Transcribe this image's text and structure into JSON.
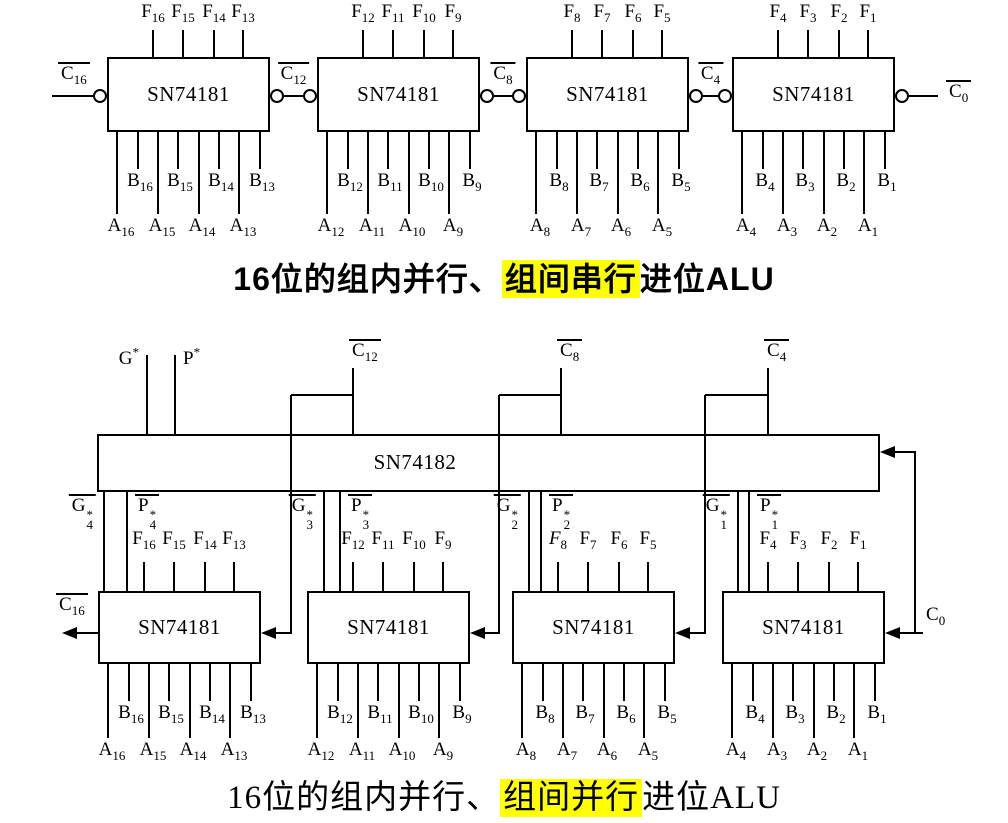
{
  "colors": {
    "ink": "#000000",
    "highlight_yellow": "#ffff00",
    "paper": "#ffffff"
  },
  "captions": {
    "serial": {
      "prefix": "16位的组内并行、",
      "highlight": "组间串行",
      "suffix": "进位ALU"
    },
    "parallel": {
      "prefix": "16位的组内并行、",
      "highlight": "组间并行",
      "suffix": "进位ALU"
    }
  },
  "serial_alu": {
    "carry_out": {
      "base": "C",
      "sub": "16",
      "overline": true
    },
    "inter_carries": [
      {
        "base": "C",
        "sub": "12",
        "overline": true
      },
      {
        "base": "C",
        "sub": "8",
        "overline": true
      },
      {
        "base": "C",
        "sub": "4",
        "overline": true
      }
    ],
    "carry_in": {
      "base": "C",
      "sub": "0",
      "overline": true
    },
    "chips": [
      {
        "name": "SN74181",
        "f": [
          {
            "base": "F",
            "sub": "16"
          },
          {
            "base": "F",
            "sub": "15"
          },
          {
            "base": "F",
            "sub": "14"
          },
          {
            "base": "F",
            "sub": "13"
          }
        ],
        "b": [
          {
            "base": "B",
            "sub": "16"
          },
          {
            "base": "B",
            "sub": "15"
          },
          {
            "base": "B",
            "sub": "14"
          },
          {
            "base": "B",
            "sub": "13"
          }
        ],
        "a": [
          {
            "base": "A",
            "sub": "16"
          },
          {
            "base": "A",
            "sub": "15"
          },
          {
            "base": "A",
            "sub": "14"
          },
          {
            "base": "A",
            "sub": "13"
          }
        ]
      },
      {
        "name": "SN74181",
        "f": [
          {
            "base": "F",
            "sub": "12"
          },
          {
            "base": "F",
            "sub": "11"
          },
          {
            "base": "F",
            "sub": "10"
          },
          {
            "base": "F",
            "sub": "9"
          }
        ],
        "b": [
          {
            "base": "B",
            "sub": "12"
          },
          {
            "base": "B",
            "sub": "11"
          },
          {
            "base": "B",
            "sub": "10"
          },
          {
            "base": "B",
            "sub": "9"
          }
        ],
        "a": [
          {
            "base": "A",
            "sub": "12"
          },
          {
            "base": "A",
            "sub": "11"
          },
          {
            "base": "A",
            "sub": "10"
          },
          {
            "base": "A",
            "sub": "9"
          }
        ]
      },
      {
        "name": "SN74181",
        "f": [
          {
            "base": "F",
            "sub": "8"
          },
          {
            "base": "F",
            "sub": "7"
          },
          {
            "base": "F",
            "sub": "6"
          },
          {
            "base": "F",
            "sub": "5"
          }
        ],
        "b": [
          {
            "base": "B",
            "sub": "8"
          },
          {
            "base": "B",
            "sub": "7"
          },
          {
            "base": "B",
            "sub": "6"
          },
          {
            "base": "B",
            "sub": "5"
          }
        ],
        "a": [
          {
            "base": "A",
            "sub": "8"
          },
          {
            "base": "A",
            "sub": "7"
          },
          {
            "base": "A",
            "sub": "6"
          },
          {
            "base": "A",
            "sub": "5"
          }
        ]
      },
      {
        "name": "SN74181",
        "f": [
          {
            "base": "F",
            "sub": "4"
          },
          {
            "base": "F",
            "sub": "3"
          },
          {
            "base": "F",
            "sub": "2"
          },
          {
            "base": "F",
            "sub": "1"
          }
        ],
        "b": [
          {
            "base": "B",
            "sub": "4"
          },
          {
            "base": "B",
            "sub": "3"
          },
          {
            "base": "B",
            "sub": "2"
          },
          {
            "base": "B",
            "sub": "1"
          }
        ],
        "a": [
          {
            "base": "A",
            "sub": "4"
          },
          {
            "base": "A",
            "sub": "3"
          },
          {
            "base": "A",
            "sub": "2"
          },
          {
            "base": "A",
            "sub": "1"
          }
        ]
      }
    ]
  },
  "parallel_alu": {
    "lookahead": {
      "name": "SN74182",
      "generate": {
        "base": "G",
        "sup": "*"
      },
      "propagate": {
        "base": "P",
        "sup": "*"
      },
      "carries": [
        {
          "base": "C",
          "sub": "12",
          "overline": true
        },
        {
          "base": "C",
          "sub": "8",
          "overline": true
        },
        {
          "base": "C",
          "sub": "4",
          "overline": true
        }
      ]
    },
    "carry_out": {
      "base": "C",
      "sub": "16",
      "overline": true
    },
    "carry_in": {
      "base": "C",
      "sub": "0"
    },
    "chips": [
      {
        "name": "SN74181",
        "g": {
          "base": "G",
          "sub": "4",
          "sup": "*",
          "overline": true,
          "stacked": true
        },
        "p": {
          "base": "P",
          "sub": "4",
          "sup": "*",
          "overline": true,
          "stacked": true
        },
        "f": [
          {
            "base": "F",
            "sub": "16"
          },
          {
            "base": "F",
            "sub": "15"
          },
          {
            "base": "F",
            "sub": "14"
          },
          {
            "base": "F",
            "sub": "13"
          }
        ],
        "b": [
          {
            "base": "B",
            "sub": "16"
          },
          {
            "base": "B",
            "sub": "15"
          },
          {
            "base": "B",
            "sub": "14"
          },
          {
            "base": "B",
            "sub": "13"
          }
        ],
        "a": [
          {
            "base": "A",
            "sub": "16"
          },
          {
            "base": "A",
            "sub": "15"
          },
          {
            "base": "A",
            "sub": "14"
          },
          {
            "base": "A",
            "sub": "13"
          }
        ]
      },
      {
        "name": "SN74181",
        "g": {
          "base": "G",
          "sub": "3",
          "sup": "*",
          "overline": true,
          "stacked": true
        },
        "p": {
          "base": "P",
          "sub": "3",
          "sup": "*",
          "overline": true,
          "stacked": true
        },
        "f": [
          {
            "base": "F",
            "sub": "12"
          },
          {
            "base": "F",
            "sub": "11"
          },
          {
            "base": "F",
            "sub": "10"
          },
          {
            "base": "F",
            "sub": "9"
          }
        ],
        "b": [
          {
            "base": "B",
            "sub": "12"
          },
          {
            "base": "B",
            "sub": "11"
          },
          {
            "base": "B",
            "sub": "10"
          },
          {
            "base": "B",
            "sub": "9"
          }
        ],
        "a": [
          {
            "base": "A",
            "sub": "12"
          },
          {
            "base": "A",
            "sub": "11"
          },
          {
            "base": "A",
            "sub": "10"
          },
          {
            "base": "A",
            "sub": "9"
          }
        ]
      },
      {
        "name": "SN74181",
        "g": {
          "base": "G",
          "sub": "2",
          "sup": "*",
          "overline": true,
          "stacked": true
        },
        "p": {
          "base": "P",
          "sub": "2",
          "sup": "*",
          "overline": true,
          "stacked": true
        },
        "f": [
          {
            "base": "F",
            "sub": "8",
            "italic": true
          },
          {
            "base": "F",
            "sub": "7"
          },
          {
            "base": "F",
            "sub": "6"
          },
          {
            "base": "F",
            "sub": "5"
          }
        ],
        "b": [
          {
            "base": "B",
            "sub": "8"
          },
          {
            "base": "B",
            "sub": "7"
          },
          {
            "base": "B",
            "sub": "6"
          },
          {
            "base": "B",
            "sub": "5"
          }
        ],
        "a": [
          {
            "base": "A",
            "sub": "8"
          },
          {
            "base": "A",
            "sub": "7"
          },
          {
            "base": "A",
            "sub": "6"
          },
          {
            "base": "A",
            "sub": "5"
          }
        ]
      },
      {
        "name": "SN74181",
        "g": {
          "base": "G",
          "sub": "1",
          "sup": "*",
          "overline": true,
          "stacked": true
        },
        "p": {
          "base": "P",
          "sub": "1",
          "sup": "*",
          "overline": true,
          "stacked": true
        },
        "f": [
          {
            "base": "F",
            "sub": "4"
          },
          {
            "base": "F",
            "sub": "3"
          },
          {
            "base": "F",
            "sub": "2"
          },
          {
            "base": "F",
            "sub": "1"
          }
        ],
        "b": [
          {
            "base": "B",
            "sub": "4"
          },
          {
            "base": "B",
            "sub": "3"
          },
          {
            "base": "B",
            "sub": "2"
          },
          {
            "base": "B",
            "sub": "1"
          }
        ],
        "a": [
          {
            "base": "A",
            "sub": "4"
          },
          {
            "base": "A",
            "sub": "3"
          },
          {
            "base": "A",
            "sub": "2"
          },
          {
            "base": "A",
            "sub": "1"
          }
        ]
      }
    ]
  }
}
